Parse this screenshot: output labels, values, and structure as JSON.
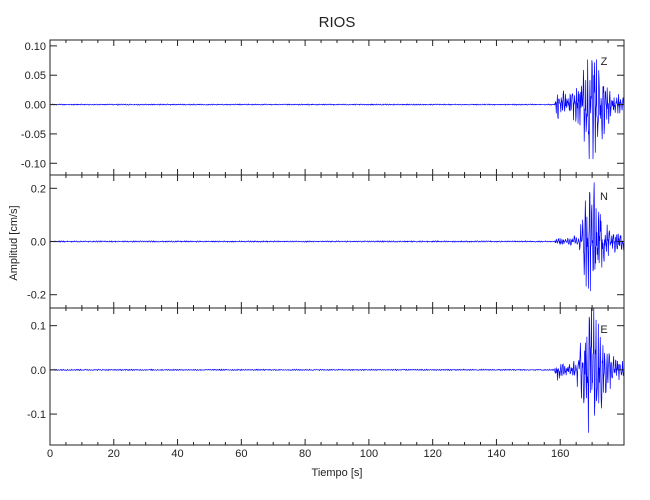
{
  "chart_data": {
    "type": "line",
    "title": "RIOS",
    "xlabel": "Tiempo [s]",
    "ylabel": "Amplitud [cm/s]",
    "xlim": [
      0,
      180
    ],
    "x_ticks": [
      "0",
      "20",
      "40",
      "60",
      "80",
      "100",
      "120",
      "140",
      "160"
    ],
    "x_tick_values": [
      0,
      20,
      40,
      60,
      80,
      100,
      120,
      140,
      160
    ],
    "line_color": "#0000ff",
    "panels": [
      {
        "component": "Z",
        "ylim": [
          -0.12,
          0.11
        ],
        "y_ticks": [
          "0.10",
          "0.05",
          "0.00",
          "-0.05",
          "-0.10"
        ],
        "y_tick_values": [
          0.1,
          0.05,
          0.0,
          -0.05,
          -0.1
        ],
        "noise_amplitude": 0.0008,
        "envelope": [
          [
            0,
            0.0008
          ],
          [
            158,
            0.0008
          ],
          [
            159,
            0.025
          ],
          [
            161,
            0.02
          ],
          [
            163,
            0.015
          ],
          [
            166,
            0.03
          ],
          [
            168,
            0.07
          ],
          [
            169.5,
            0.11
          ],
          [
            171,
            0.08
          ],
          [
            173,
            0.05
          ],
          [
            175,
            0.03
          ],
          [
            177,
            0.02
          ],
          [
            179,
            0.012
          ]
        ]
      },
      {
        "component": "N",
        "ylim": [
          -0.25,
          0.25
        ],
        "y_ticks": [
          "0.2",
          "0.0",
          "-0.2"
        ],
        "y_tick_values": [
          0.2,
          0.0,
          -0.2
        ],
        "noise_amplitude": 0.002,
        "envelope": [
          [
            0,
            0.002
          ],
          [
            158,
            0.002
          ],
          [
            159,
            0.012
          ],
          [
            161,
            0.01
          ],
          [
            164,
            0.012
          ],
          [
            166,
            0.04
          ],
          [
            168,
            0.15
          ],
          [
            169.5,
            0.23
          ],
          [
            171,
            0.16
          ],
          [
            173,
            0.09
          ],
          [
            175,
            0.05
          ],
          [
            177,
            0.035
          ],
          [
            179,
            0.03
          ]
        ]
      },
      {
        "component": "E",
        "ylim": [
          -0.17,
          0.14
        ],
        "y_ticks": [
          "0.1",
          "0.0",
          "-0.1"
        ],
        "y_tick_values": [
          0.1,
          0.0,
          -0.1
        ],
        "noise_amplitude": 0.0012,
        "envelope": [
          [
            0,
            0.0012
          ],
          [
            158,
            0.0012
          ],
          [
            159,
            0.02
          ],
          [
            161,
            0.012
          ],
          [
            164,
            0.012
          ],
          [
            166,
            0.04
          ],
          [
            168,
            0.09
          ],
          [
            169.5,
            0.16
          ],
          [
            171,
            0.11
          ],
          [
            173,
            0.07
          ],
          [
            175,
            0.04
          ],
          [
            177,
            0.025
          ],
          [
            179,
            0.02
          ]
        ]
      }
    ]
  }
}
